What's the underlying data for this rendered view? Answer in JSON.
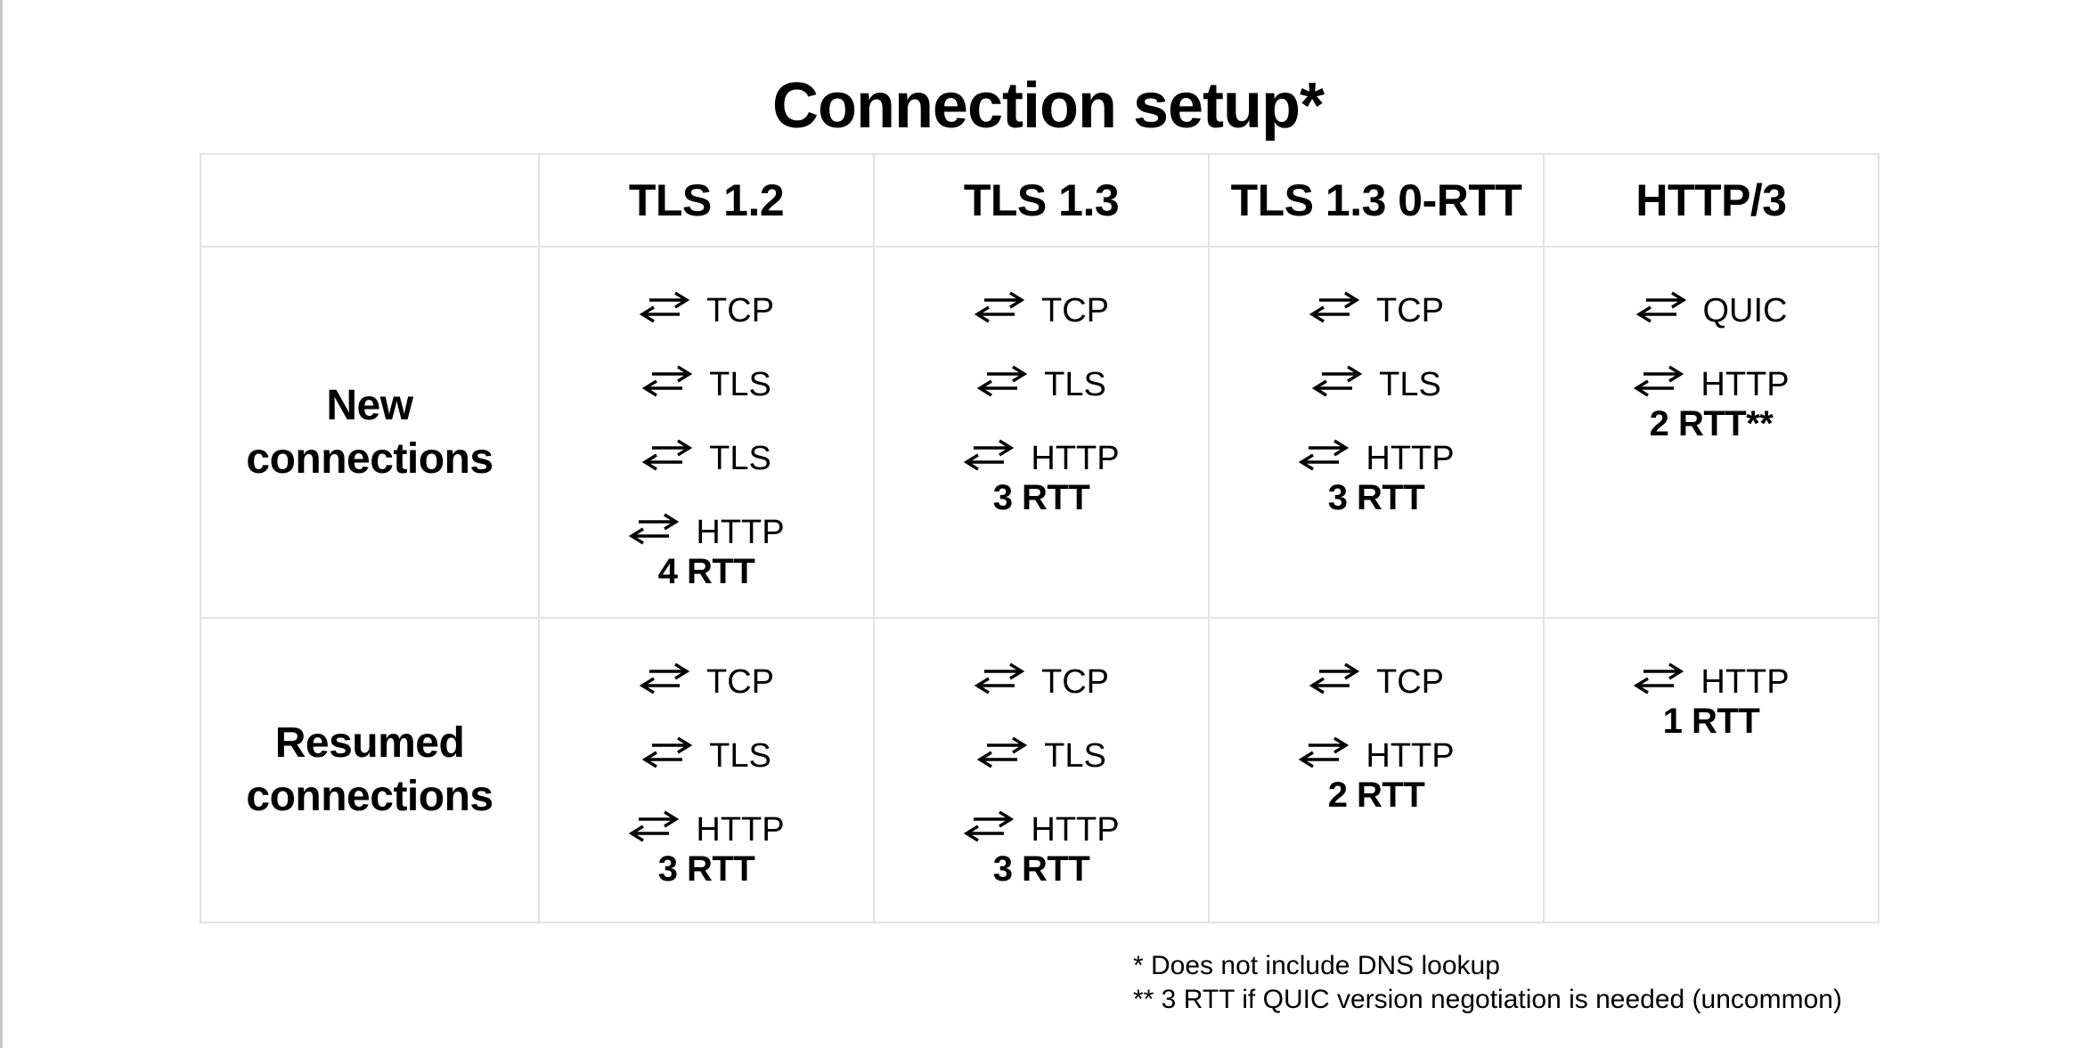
{
  "page": {
    "title": "Connection setup*"
  },
  "table": {
    "columns": [
      "TLS 1.2",
      "TLS 1.3",
      "TLS 1.3 0-RTT",
      "HTTP/3"
    ],
    "row_headers": [
      "New connections",
      "Resumed connections"
    ],
    "cells": [
      [
        {
          "steps": [
            "TCP",
            "TLS",
            "TLS",
            "HTTP"
          ],
          "rtt": "4 RTT"
        },
        {
          "steps": [
            "TCP",
            "TLS",
            "HTTP"
          ],
          "rtt": "3 RTT"
        },
        {
          "steps": [
            "TCP",
            "TLS",
            "HTTP"
          ],
          "rtt": "3 RTT"
        },
        {
          "steps": [
            "QUIC",
            "HTTP"
          ],
          "rtt": "2 RTT**"
        }
      ],
      [
        {
          "steps": [
            "TCP",
            "TLS",
            "HTTP"
          ],
          "rtt": "3 RTT"
        },
        {
          "steps": [
            "TCP",
            "TLS",
            "HTTP"
          ],
          "rtt": "3 RTT"
        },
        {
          "steps": [
            "TCP",
            "HTTP"
          ],
          "rtt": "2 RTT"
        },
        {
          "steps": [
            "HTTP"
          ],
          "rtt": "1 RTT"
        }
      ]
    ]
  },
  "footnotes": [
    "* Does not include DNS lookup",
    "** 3 RTT if QUIC version negotiation is needed (uncommon)"
  ],
  "icons": {
    "round_trip": "round-trip-arrows"
  },
  "colors": {
    "background": "#ffffff",
    "text": "#000000",
    "table_border": "#e3e3e3",
    "page_edge": "#c9c9c9"
  }
}
